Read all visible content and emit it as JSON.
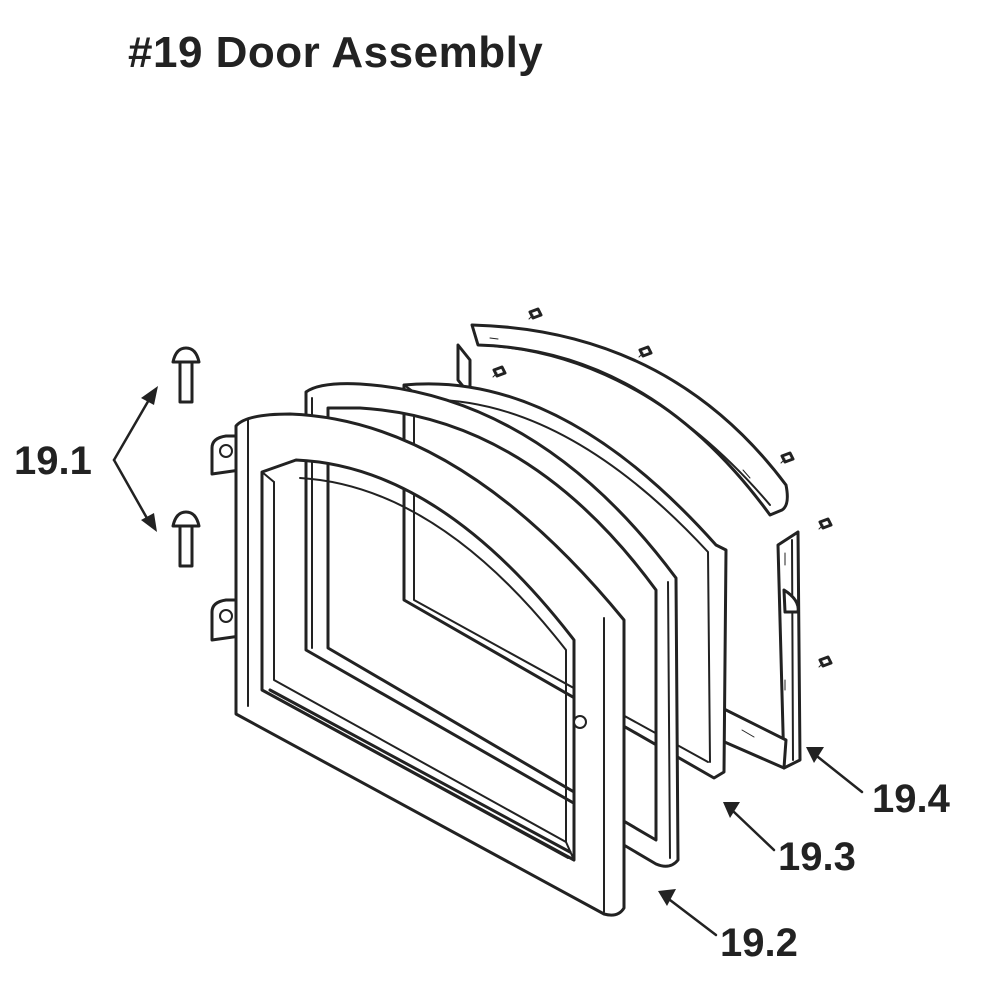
{
  "title": "#19 Door Assembly",
  "callouts": {
    "c19_1": "19.1",
    "c19_2": "19.2",
    "c19_3": "19.3",
    "c19_4": "19.4"
  },
  "colors": {
    "line": "#222222",
    "background": "#ffffff"
  }
}
